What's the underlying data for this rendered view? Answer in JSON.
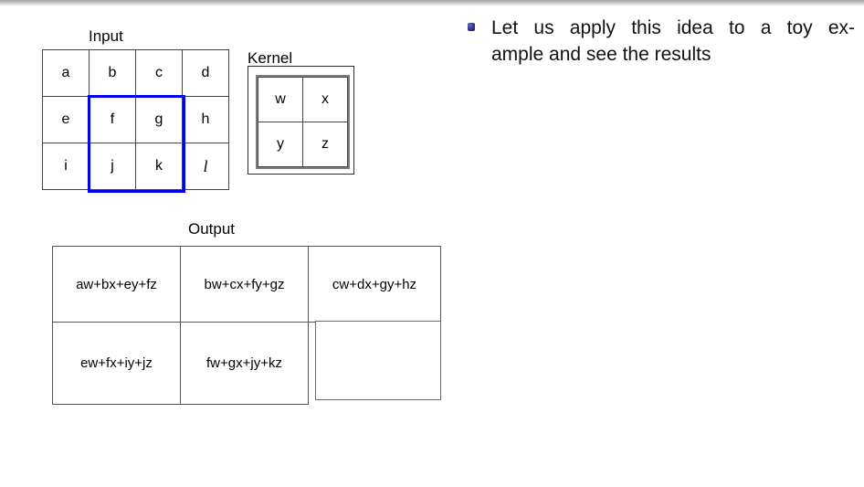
{
  "slide": {
    "top_rule_color": "#a3a3a3",
    "background": "#ffffff"
  },
  "input": {
    "caption": "Input",
    "rows": [
      [
        "a",
        "b",
        "c",
        "d"
      ],
      [
        "e",
        "f",
        "g",
        "h"
      ],
      [
        "i",
        "j",
        "k",
        "l"
      ]
    ],
    "italic_cells": [
      "l"
    ],
    "selection": {
      "color": "#0000ee",
      "covers_columns": [
        2,
        3
      ],
      "covers_rows": [
        2,
        3
      ]
    }
  },
  "kernel": {
    "caption": "Kernel",
    "rows": [
      [
        "w",
        "x"
      ],
      [
        "y",
        "z"
      ]
    ]
  },
  "output": {
    "caption": "Output",
    "rows": [
      [
        "aw+bx+ey+fz",
        "bw+cx+fy+gz",
        "cw+dx+gy+hz"
      ],
      [
        "ew+fx+iy+jz",
        "fw+gx+jy+kz",
        ""
      ]
    ]
  },
  "bullets": {
    "marker_color": "#3b3b96",
    "items": [
      {
        "line1": "Let us apply this idea to a toy ex-",
        "line2": "ample and see the results"
      }
    ]
  }
}
